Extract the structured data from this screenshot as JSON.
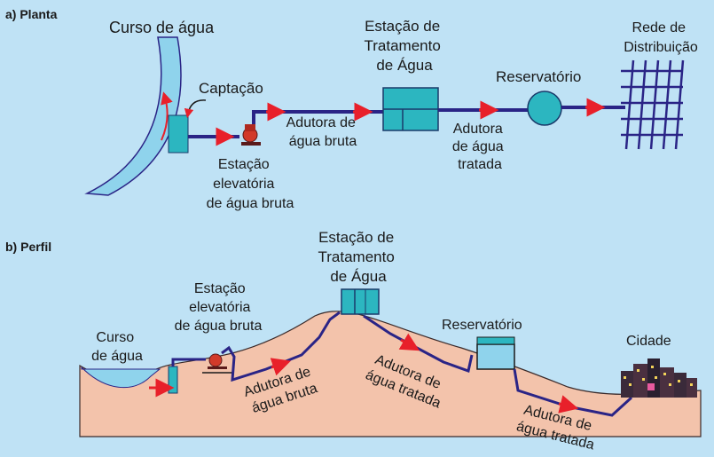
{
  "sections": {
    "planta_title": "a) Planta",
    "perfil_title": "b) Perfil"
  },
  "planta": {
    "curso_de_agua": "Curso de água",
    "captacao": "Captação",
    "estacao_elevatoria": [
      "Estação",
      "elevatória",
      "de água bruta"
    ],
    "adutora_bruta": [
      "Adutora de",
      "água bruta"
    ],
    "eta": [
      "Estação de",
      "Tratamento",
      "de Água"
    ],
    "adutora_tratada": [
      "Adutora",
      "de água",
      "tratada"
    ],
    "reservatorio": "Reservatório",
    "rede": [
      "Rede de",
      "Distribuição"
    ]
  },
  "perfil": {
    "eta": [
      "Estação de",
      "Tratamento",
      "de Água"
    ],
    "estacao_elevatoria": [
      "Estação",
      "elevatória",
      "de água bruta"
    ],
    "curso_de_agua": [
      "Curso",
      "de água"
    ],
    "adutora_bruta": [
      "Adutora de",
      "água bruta"
    ],
    "adutora_tratada_1": [
      "Adutora de",
      "água tratada"
    ],
    "reservatorio": "Reservatório",
    "cidade": "Cidade",
    "adutora_tratada_2": [
      "Adutora de",
      "água tratada"
    ]
  },
  "colors": {
    "background": "#bfe2f5",
    "ground": "#f3c3ab",
    "water": "#8fd3ec",
    "structure": "#2cb6c0",
    "pipe": "#2a2486",
    "arrow": "#e8202a"
  }
}
